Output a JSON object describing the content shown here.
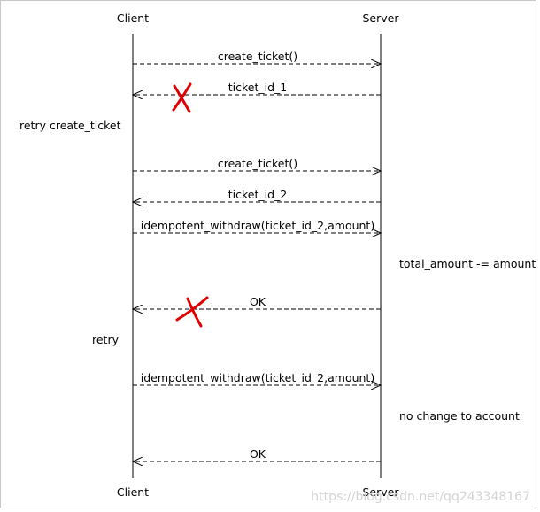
{
  "participants": {
    "client": "Client",
    "server": "Server"
  },
  "messages": [
    {
      "label": "create_ticket()",
      "direction": "to-server",
      "failed": false
    },
    {
      "label": "ticket_id_1",
      "direction": "to-client",
      "failed": true
    },
    {
      "label": "create_ticket()",
      "direction": "to-server",
      "failed": false
    },
    {
      "label": "ticket_id_2",
      "direction": "to-client",
      "failed": false
    },
    {
      "label": "idempotent_withdraw(ticket_id_2,amount)",
      "direction": "to-server",
      "failed": false
    },
    {
      "label": "OK",
      "direction": "to-client",
      "failed": true
    },
    {
      "label": "idempotent_withdraw(ticket_id_2,amount)",
      "direction": "to-server",
      "failed": false
    },
    {
      "label": "OK",
      "direction": "to-client",
      "failed": false
    }
  ],
  "notes": {
    "retry_create": "retry create_ticket",
    "total_amount": "total_amount -= amount",
    "retry": "retry",
    "no_change": "no change to account"
  },
  "watermark": "https://blog.csdn.net/qq243348167",
  "colors": {
    "line": "#000000",
    "failure_mark": "#e00000",
    "watermark": "#d4d4d4"
  }
}
